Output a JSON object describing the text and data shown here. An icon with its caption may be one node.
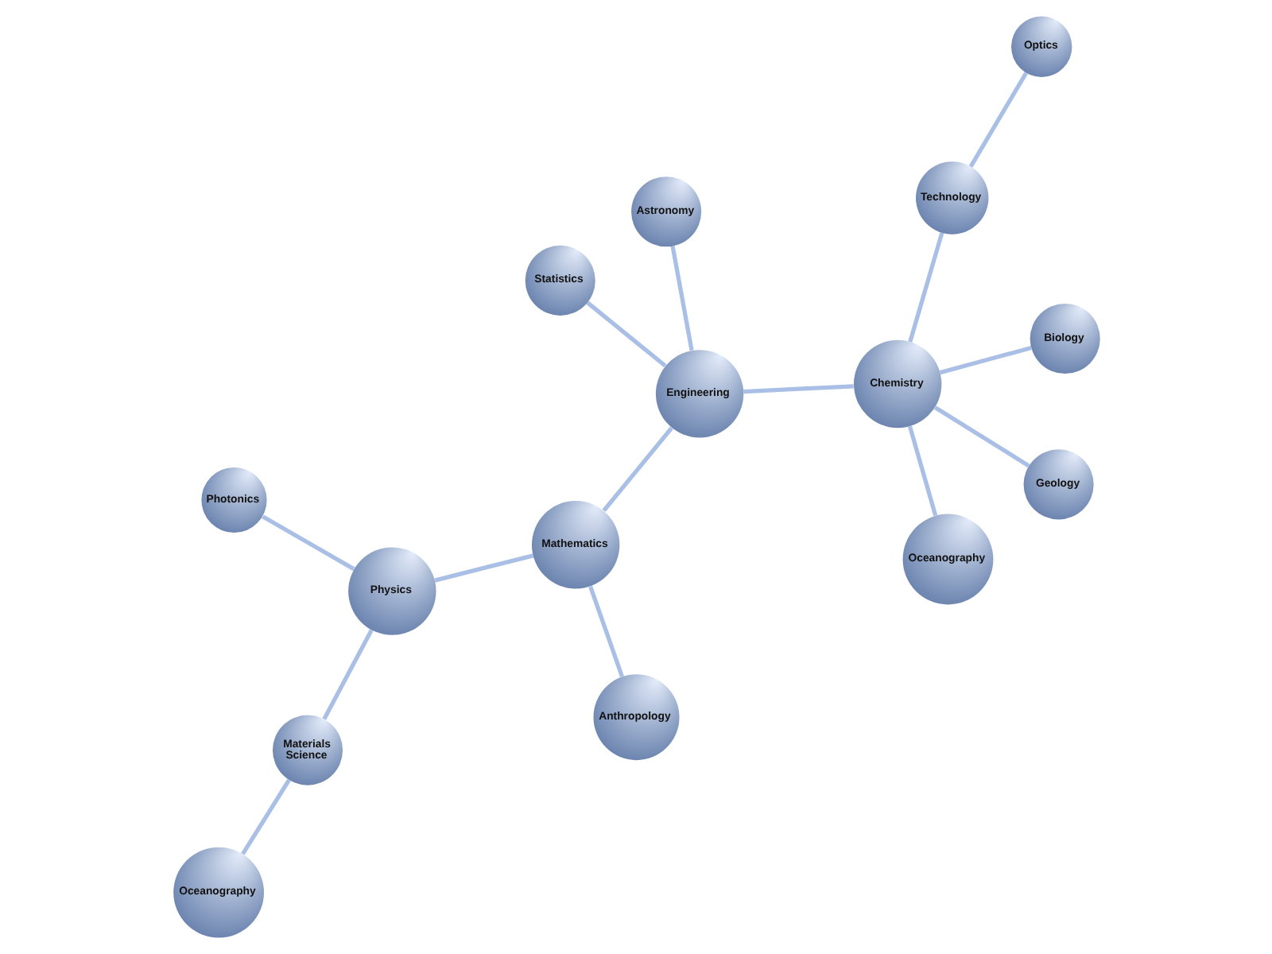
{
  "diagram": {
    "nodes": [
      {
        "text": [
          "Statistics"
        ]
      },
      {
        "text": [
          "Astronomy"
        ]
      },
      {
        "text": [
          "Anthropology"
        ]
      },
      {
        "text": [
          "Engineering"
        ]
      },
      {
        "text": [
          "Biology"
        ]
      },
      {
        "text": [
          "Mathematics"
        ]
      },
      {
        "text": [
          "Oceanography"
        ]
      },
      {
        "text": [
          "Geology"
        ]
      },
      {
        "text": [
          "Chemistry"
        ]
      },
      {
        "text": [
          "Materials Science"
        ]
      },
      {
        "text": [
          "Oceanography"
        ]
      },
      {
        "text": [
          "Physics"
        ]
      },
      {
        "text": [
          "Optics"
        ]
      },
      {
        "text": [
          "Photonics"
        ]
      },
      {
        "text": [
          "Technology"
        ]
      }
    ],
    "edges": [
      {
        "from": 0,
        "to": 3,
        "arrow": "none"
      },
      {
        "from": 3,
        "to": 1,
        "arrow": "none"
      },
      {
        "from": 2,
        "to": 5,
        "arrow": "none"
      },
      {
        "from": 5,
        "to": 3,
        "arrow": "none"
      },
      {
        "from": 3,
        "to": 8,
        "arrow": "none"
      },
      {
        "from": 4,
        "to": 8,
        "arrow": "none"
      },
      {
        "from": 8,
        "to": 6,
        "arrow": "none"
      },
      {
        "from": 7,
        "to": 8,
        "arrow": "none"
      },
      {
        "from": 5,
        "to": 11,
        "arrow": "none"
      },
      {
        "from": 9,
        "to": 11,
        "arrow": "none"
      },
      {
        "from": 10,
        "to": 9,
        "arrow": "none"
      },
      {
        "from": 13,
        "to": 11,
        "arrow": "none"
      },
      {
        "from": 8,
        "to": 14,
        "arrow": "none"
      },
      {
        "from": 14,
        "to": 12,
        "arrow": "none"
      }
    ]
  }
}
